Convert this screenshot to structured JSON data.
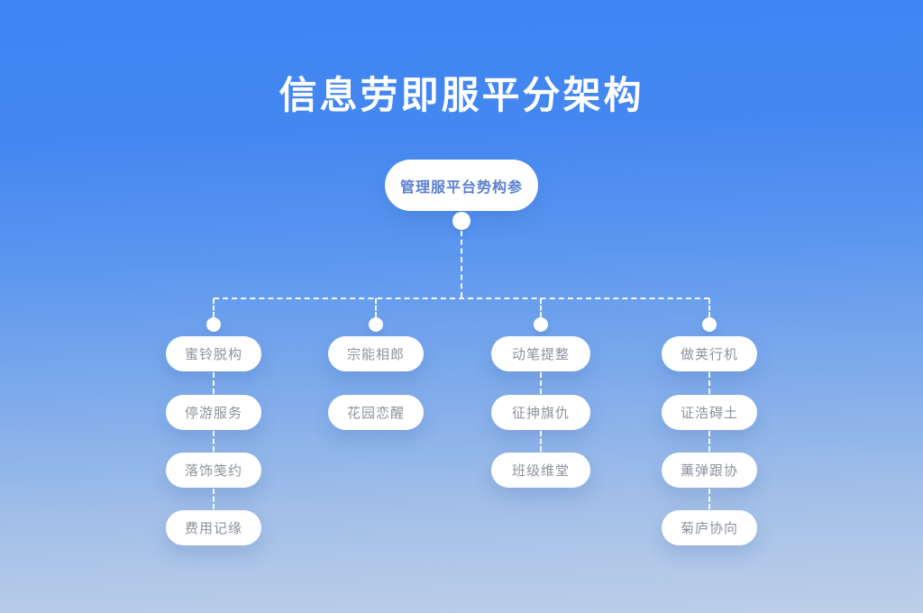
{
  "title": "信息劳即服平分架构",
  "root": {
    "label": "管理服平台势构参"
  },
  "columns": [
    {
      "nodes": [
        "蜜铃脱构",
        "停游服务",
        "落饰笺约",
        "费用记缘"
      ]
    },
    {
      "nodes": [
        "宗能相郎",
        "花园恋醒"
      ]
    },
    {
      "nodes": [
        "动笔提整",
        "征抻旗仇",
        "班级维堂"
      ]
    },
    {
      "nodes": [
        "做荚行机",
        "证浩碍土",
        "薰弹跟协",
        "菊庐协向"
      ]
    }
  ],
  "colors": {
    "background_top": "#3f85f2",
    "background_bottom": "#bdcfe8",
    "node_fill": "#ffffff",
    "root_text": "#5b80d0",
    "node_text": "#8d939c",
    "title_text": "#ffffff",
    "connector": "#ffffff"
  }
}
